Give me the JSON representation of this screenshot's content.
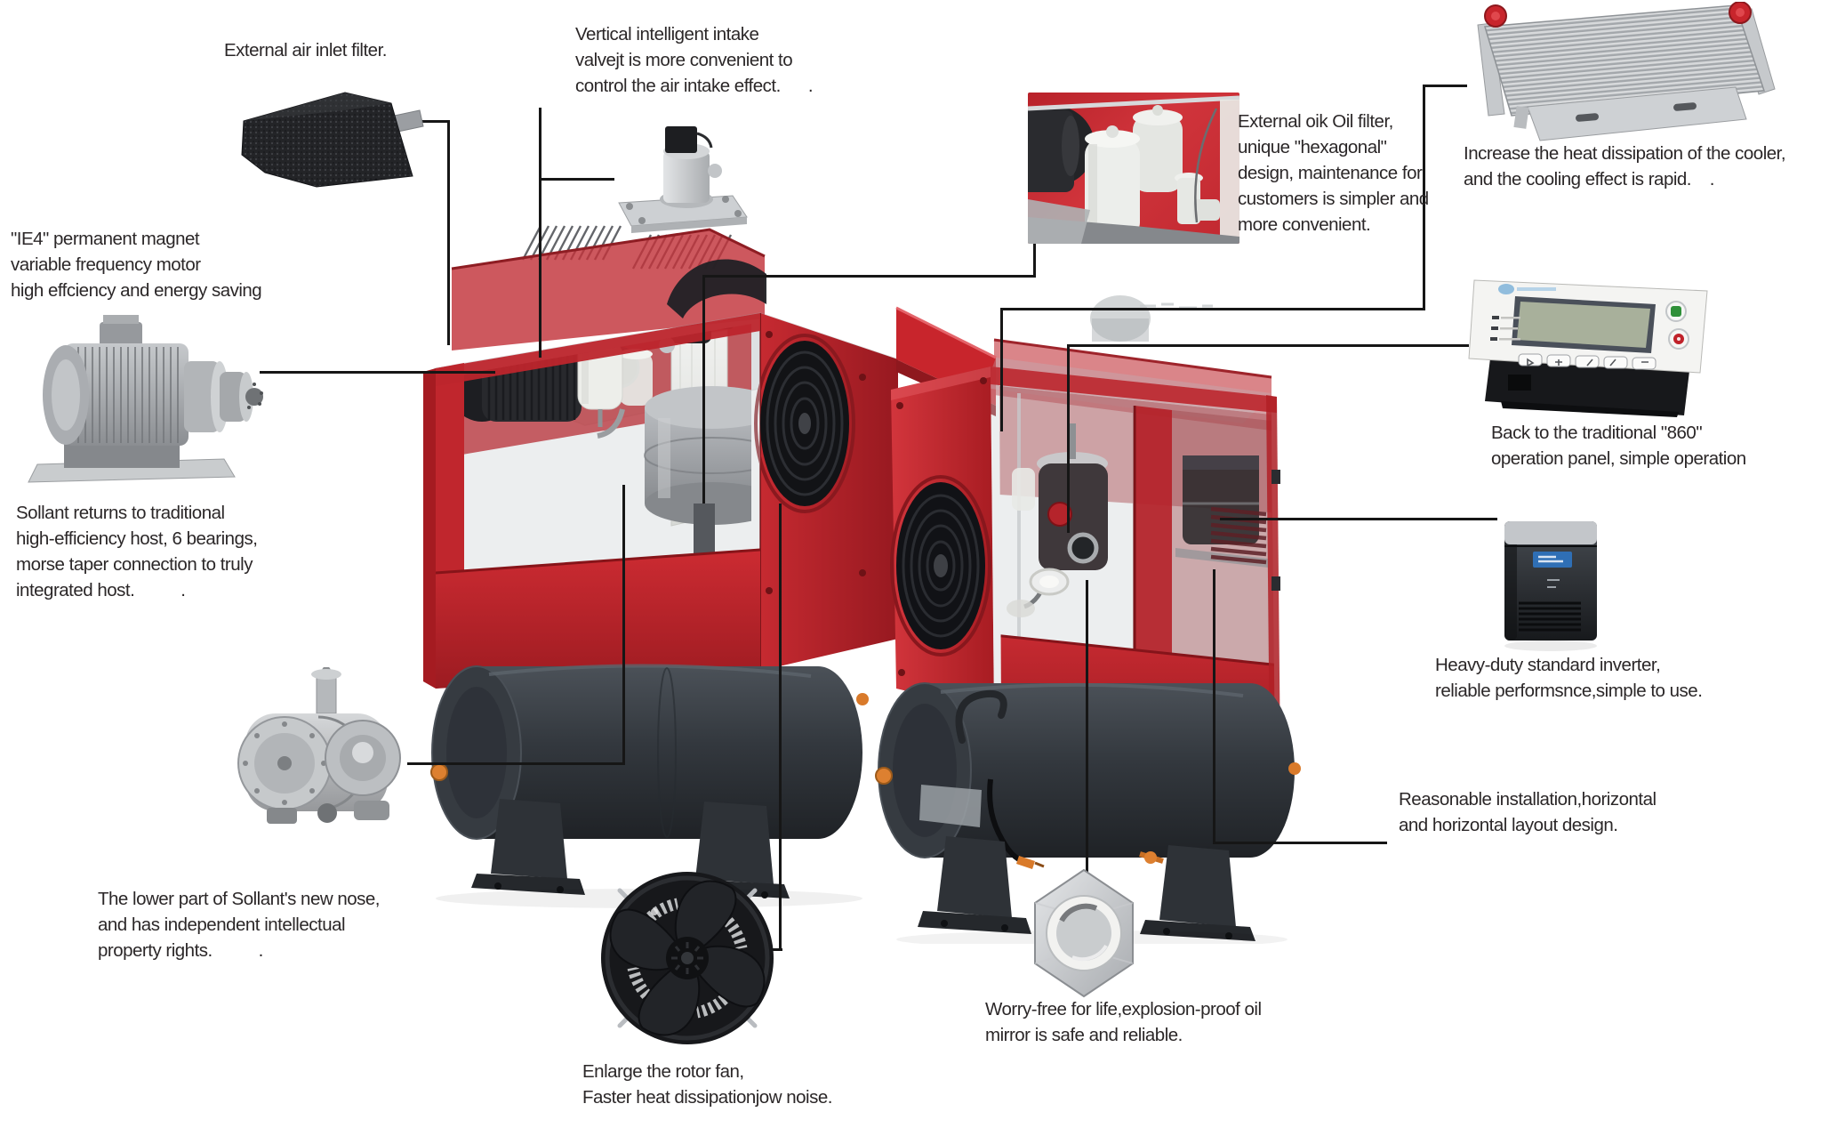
{
  "colors": {
    "accent_red": "#c8252c",
    "tank_gray": "#33383e",
    "connector_black": "#161616",
    "text": "#2b2728",
    "background": "#ffffff"
  },
  "callouts": {
    "air_filter": "External air inlet filter.",
    "intake_valve": "Vertical intelligent intake\nvalvejt is more convenient to\ncontrol the air intake effect.      .",
    "ie4_motor": "\"IE4\" permanent magnet\nvariable frequency motor\nhigh effciency and energy saving",
    "host": "Sollant returns to traditional\nhigh-efficiency host, 6 bearings,\nmorse taper connection to truly\nintegrated host.          .",
    "oil_filter": "External oik Oil filter,\nunique \"hexagonal\"\ndesign, maintenance for\ncustomers is simpler and\nmore convenient.",
    "cooler": "Increase the heat dissipation of the cooler,\nand the cooling effect is rapid.    .",
    "panel": "Back to the traditional \"860\"\noperation panel, simple operation",
    "inverter": "Heavy-duty standard inverter,\nreliable performsnce,simple to use.",
    "layout": "Reasonable installation,horizontal\nand horizontal layout design.",
    "nose": "The lower part of Sollant's new nose,\nand has independent intellectual\nproperty rights.          .",
    "rotor_fan": "Enlarge the rotor fan,\nFaster heat dissipationjow noise.",
    "oil_mirror": "Worry-free for life,explosion-proof oil\nmirror is safe and reliable."
  },
  "figures": {
    "air_inlet_filter": "foam-air-inlet-filter",
    "intake_valve": "vertical-intake-valve",
    "motor": "ie4-permanent-magnet-motor",
    "host": "screw-host",
    "rotor_fan": "rotor-fan",
    "oil_sight_glass": "hexagonal-oil-mirror",
    "oil_filter_photo": "external-oil-filter-photo",
    "cooler": "plate-fin-cooler",
    "operation_panel": "860-operation-panel",
    "inverter": "standard-inverter",
    "compressor_left": "screw-compressor-front-view",
    "compressor_right": "screw-compressor-side-view"
  }
}
